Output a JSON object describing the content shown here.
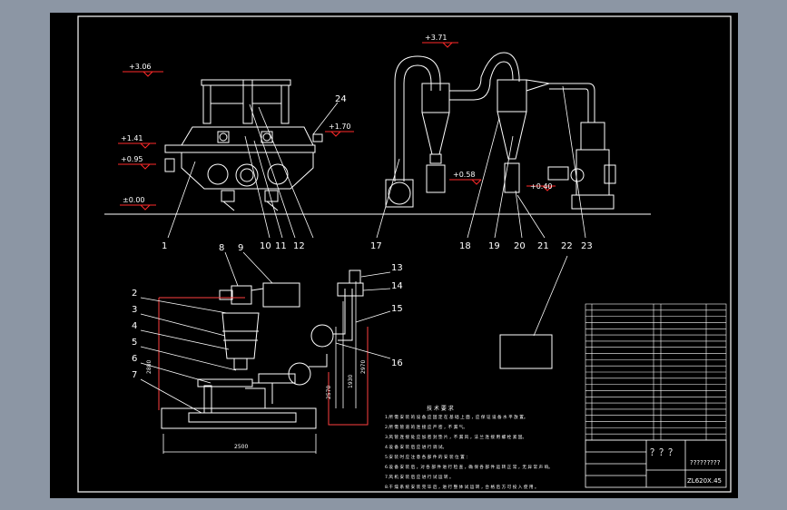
{
  "colors": {
    "viewport_bg": "#8c96a4",
    "sheet_bg": "#000000",
    "line": "#ffffff",
    "callout": "#ff2a2a",
    "dimension": "#ffffff",
    "highlight": "#ff4040"
  },
  "elevations": [
    "+3.06",
    "+1.41",
    "+0.95",
    "±0.00",
    "+1.70",
    "+3.71",
    "+0.58",
    "+0.40"
  ],
  "part_numbers": [
    "1",
    "2",
    "3",
    "4",
    "5",
    "6",
    "7",
    "8",
    "9",
    "10",
    "11",
    "12",
    "13",
    "14",
    "15",
    "16",
    "17",
    "18",
    "19",
    "20",
    "21",
    "22",
    "23",
    "24"
  ],
  "dimensions": [
    "2880",
    "2500",
    "2970",
    "1930",
    "2570"
  ],
  "tech_requirements": {
    "title": "技 术 要 求",
    "lines": [
      "1.所 需 安 装 的 设 备 应 固 定 在 基 础 上 面 ，应 保 证 设 备 水 平 放 置。",
      "2.所 需 管 道 的 连 接 应 严 密 ，不 漏 气。",
      "3.风 管 连 接 处 应 加 密 封 垫 片 ，不 漏 风 ，法 兰 连 接 用 螺 栓 紧 固。",
      "4.设 备 安 装 后 应 进 行 调 试。",
      "5.安 装 时 应 注 意 各 部 件 的 安 装 位 置 ：",
      "6.设 备 安 装 后 ，对 各 部 件 进 行 检 查 ，确 保 各 部 件 运 转 正 常 ，无 异 常 声 响。",
      "7.风 机 安 装 后 应 进 行 试 运 转 。",
      "8.干 燥 系 统 安 装 完 毕 后 ，进 行 整 体 试 运 转 ，合 格 后 方 可 投 入 使 用 。"
    ]
  },
  "title_block": {
    "mark": "？？？",
    "drawing_name": "?????????",
    "drawing_code": "ZL620X.45"
  }
}
